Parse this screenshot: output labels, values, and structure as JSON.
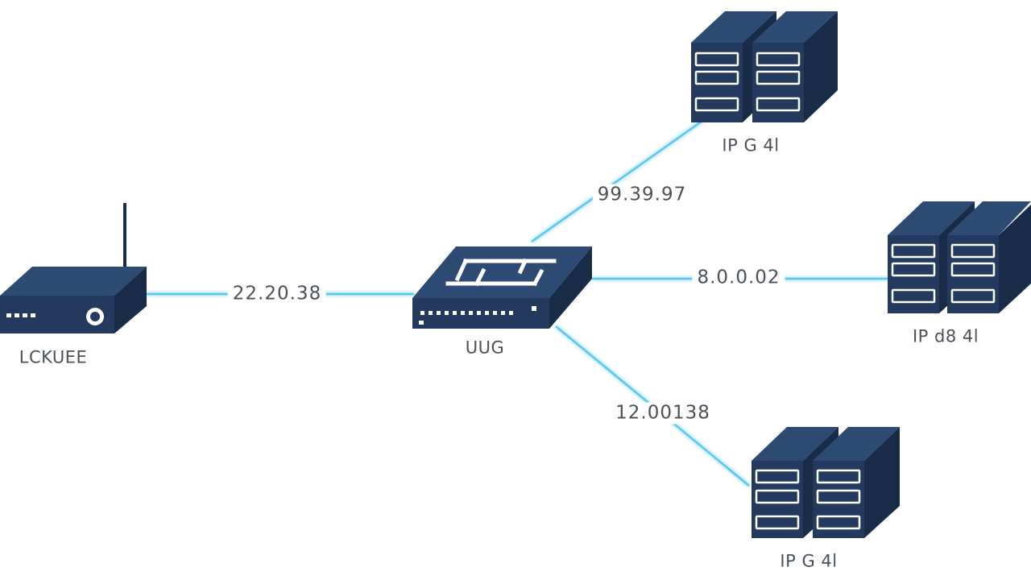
{
  "colors": {
    "device_front": "#233a5e",
    "device_top": "#2c4a72",
    "device_side": "#182b47",
    "detail": "#ffffff",
    "link": "#5cc8ef",
    "label_text": "#4a5158",
    "background": "#ffffff"
  },
  "nodes": {
    "router": {
      "icon": "router-icon",
      "label": "LCKUEE"
    },
    "switch": {
      "icon": "switch-icon",
      "label": "UUG"
    },
    "server_top": {
      "icon": "server-icon",
      "label": "IP G 4l"
    },
    "server_right": {
      "icon": "server-icon",
      "label": "IP d8 4l"
    },
    "server_bottom": {
      "icon": "server-icon",
      "label": "IP G 4l"
    }
  },
  "links": {
    "router_switch": {
      "label": "22.20.38"
    },
    "switch_server_top": {
      "label": "99.39.97"
    },
    "switch_server_right": {
      "label": "8.0.0.02"
    },
    "switch_server_bottom": {
      "label": "12.00138"
    }
  }
}
